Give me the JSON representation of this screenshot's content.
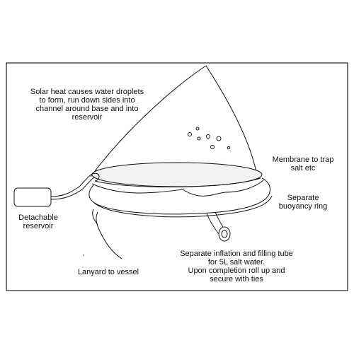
{
  "diagram": {
    "labels": {
      "solar_heat": "Solar heat causes water droplets\nto form, run down sides into\nchannel around base and into\nreservoir",
      "membrane": "Membrane to trap\nsalt etc",
      "buoyancy": "Separate\nbuoyancy ring",
      "reservoir": "Detachable\nreservoir",
      "inflation": "Separate inflation and filling tube\nfor 5L salt water.\nUpon completion roll up and\nsecure with ties",
      "lanyard": "Lanyard to vessel"
    },
    "colors": {
      "stroke": "#111111",
      "background": "#ffffff",
      "border": "#222222"
    }
  }
}
